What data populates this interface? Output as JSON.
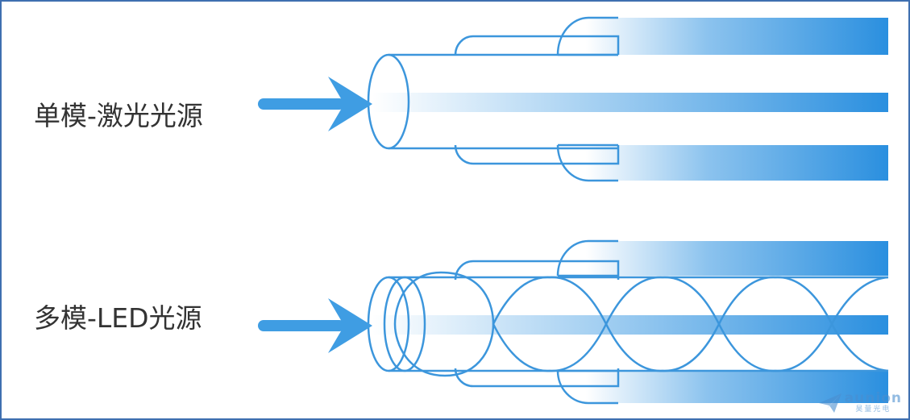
{
  "labels": {
    "single_mode": "单模-激光光源",
    "multi_mode": "多模-LED光源"
  },
  "logo": {
    "brand": "aunion",
    "brand_cn": "昊量光电"
  },
  "colors": {
    "outline": "#3c96dc",
    "arrow": "#3f9de3",
    "gradient_start": "#ffffff",
    "gradient_end": "#2a8fdf",
    "border": "#3f6fb0",
    "text": "#333333"
  },
  "icons": {
    "arrow": "right-arrow-icon",
    "logo_mark": "paper-plane-icon"
  }
}
